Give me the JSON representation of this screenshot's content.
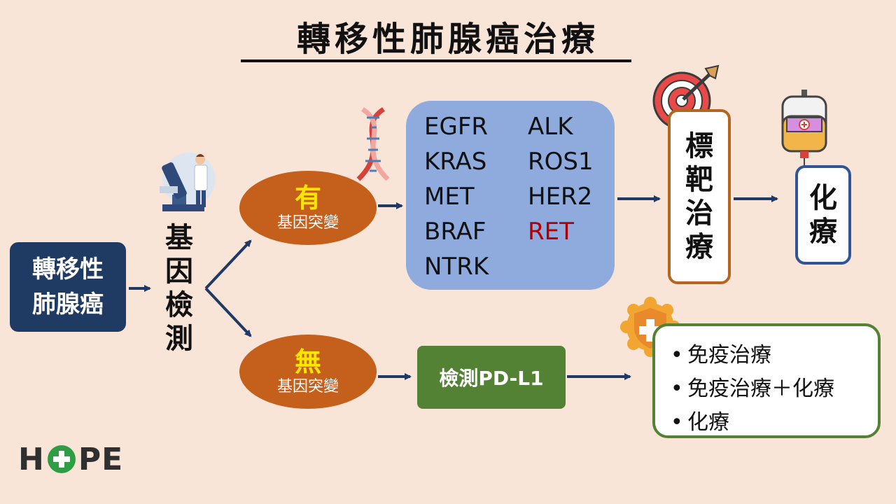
{
  "title": "轉移性肺腺癌治療",
  "start": {
    "line1": "轉移性",
    "line2": "肺腺癌"
  },
  "gene_test": [
    "基",
    "因",
    "檢",
    "測"
  ],
  "yes_branch": {
    "big": "有",
    "small": "基因突變"
  },
  "no_branch": {
    "big": "無",
    "small": "基因突變"
  },
  "genes": {
    "left": [
      "EGFR",
      "KRAS",
      "MET",
      "BRAF",
      "NTRK"
    ],
    "right": [
      "ALK",
      "ROS1",
      "HER2",
      "RET"
    ]
  },
  "targeted": [
    "標",
    "靶",
    "治",
    "療"
  ],
  "chemo": [
    "化",
    "療"
  ],
  "pdl1": "檢測PD-L1",
  "immuno_options": [
    "免疫治療",
    "免疫治療＋化療",
    "化療"
  ],
  "bullet_char": "•",
  "logo": {
    "h": "H",
    "pe": "PE"
  },
  "colors": {
    "background": "#f9e4d8",
    "navy": "#1f3b63",
    "orange": "#c5601c",
    "yellow": "#ffe600",
    "gene_box": "#8faadc",
    "ret_red": "#b00000",
    "brown_border": "#b5651d",
    "blue_border": "#2f5597",
    "green": "#548235",
    "arrow": "#1f3864"
  },
  "icons": [
    "dna-icon",
    "microscope-scientist-icon",
    "target-arrow-icon",
    "iv-bag-icon",
    "shield-plus-icon",
    "hope-logo"
  ]
}
